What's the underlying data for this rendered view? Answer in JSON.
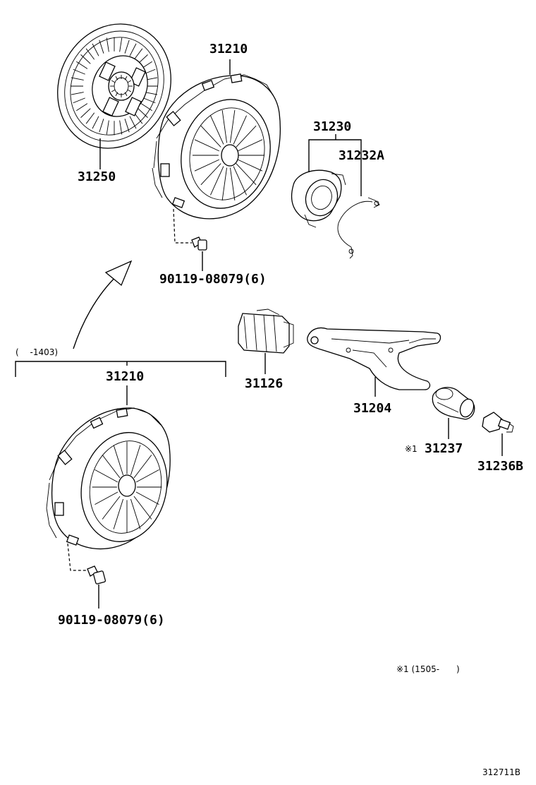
{
  "labels": {
    "disc": "31250",
    "cover_upper": "31210",
    "bearing_assy": "31230",
    "clip": "31232A",
    "bolt_upper": "90119-08079(6)",
    "boot": "31126",
    "fork": "31204",
    "fork_boot": "31237",
    "fork_boot_mark": "※1",
    "pivot": "31236B",
    "cover_lower": "31210",
    "bolt_lower": "90119-08079(6)",
    "range_lower": "(　 -1403)",
    "footnote": "※1 (1505-　　)",
    "figure_id": "312711B"
  }
}
